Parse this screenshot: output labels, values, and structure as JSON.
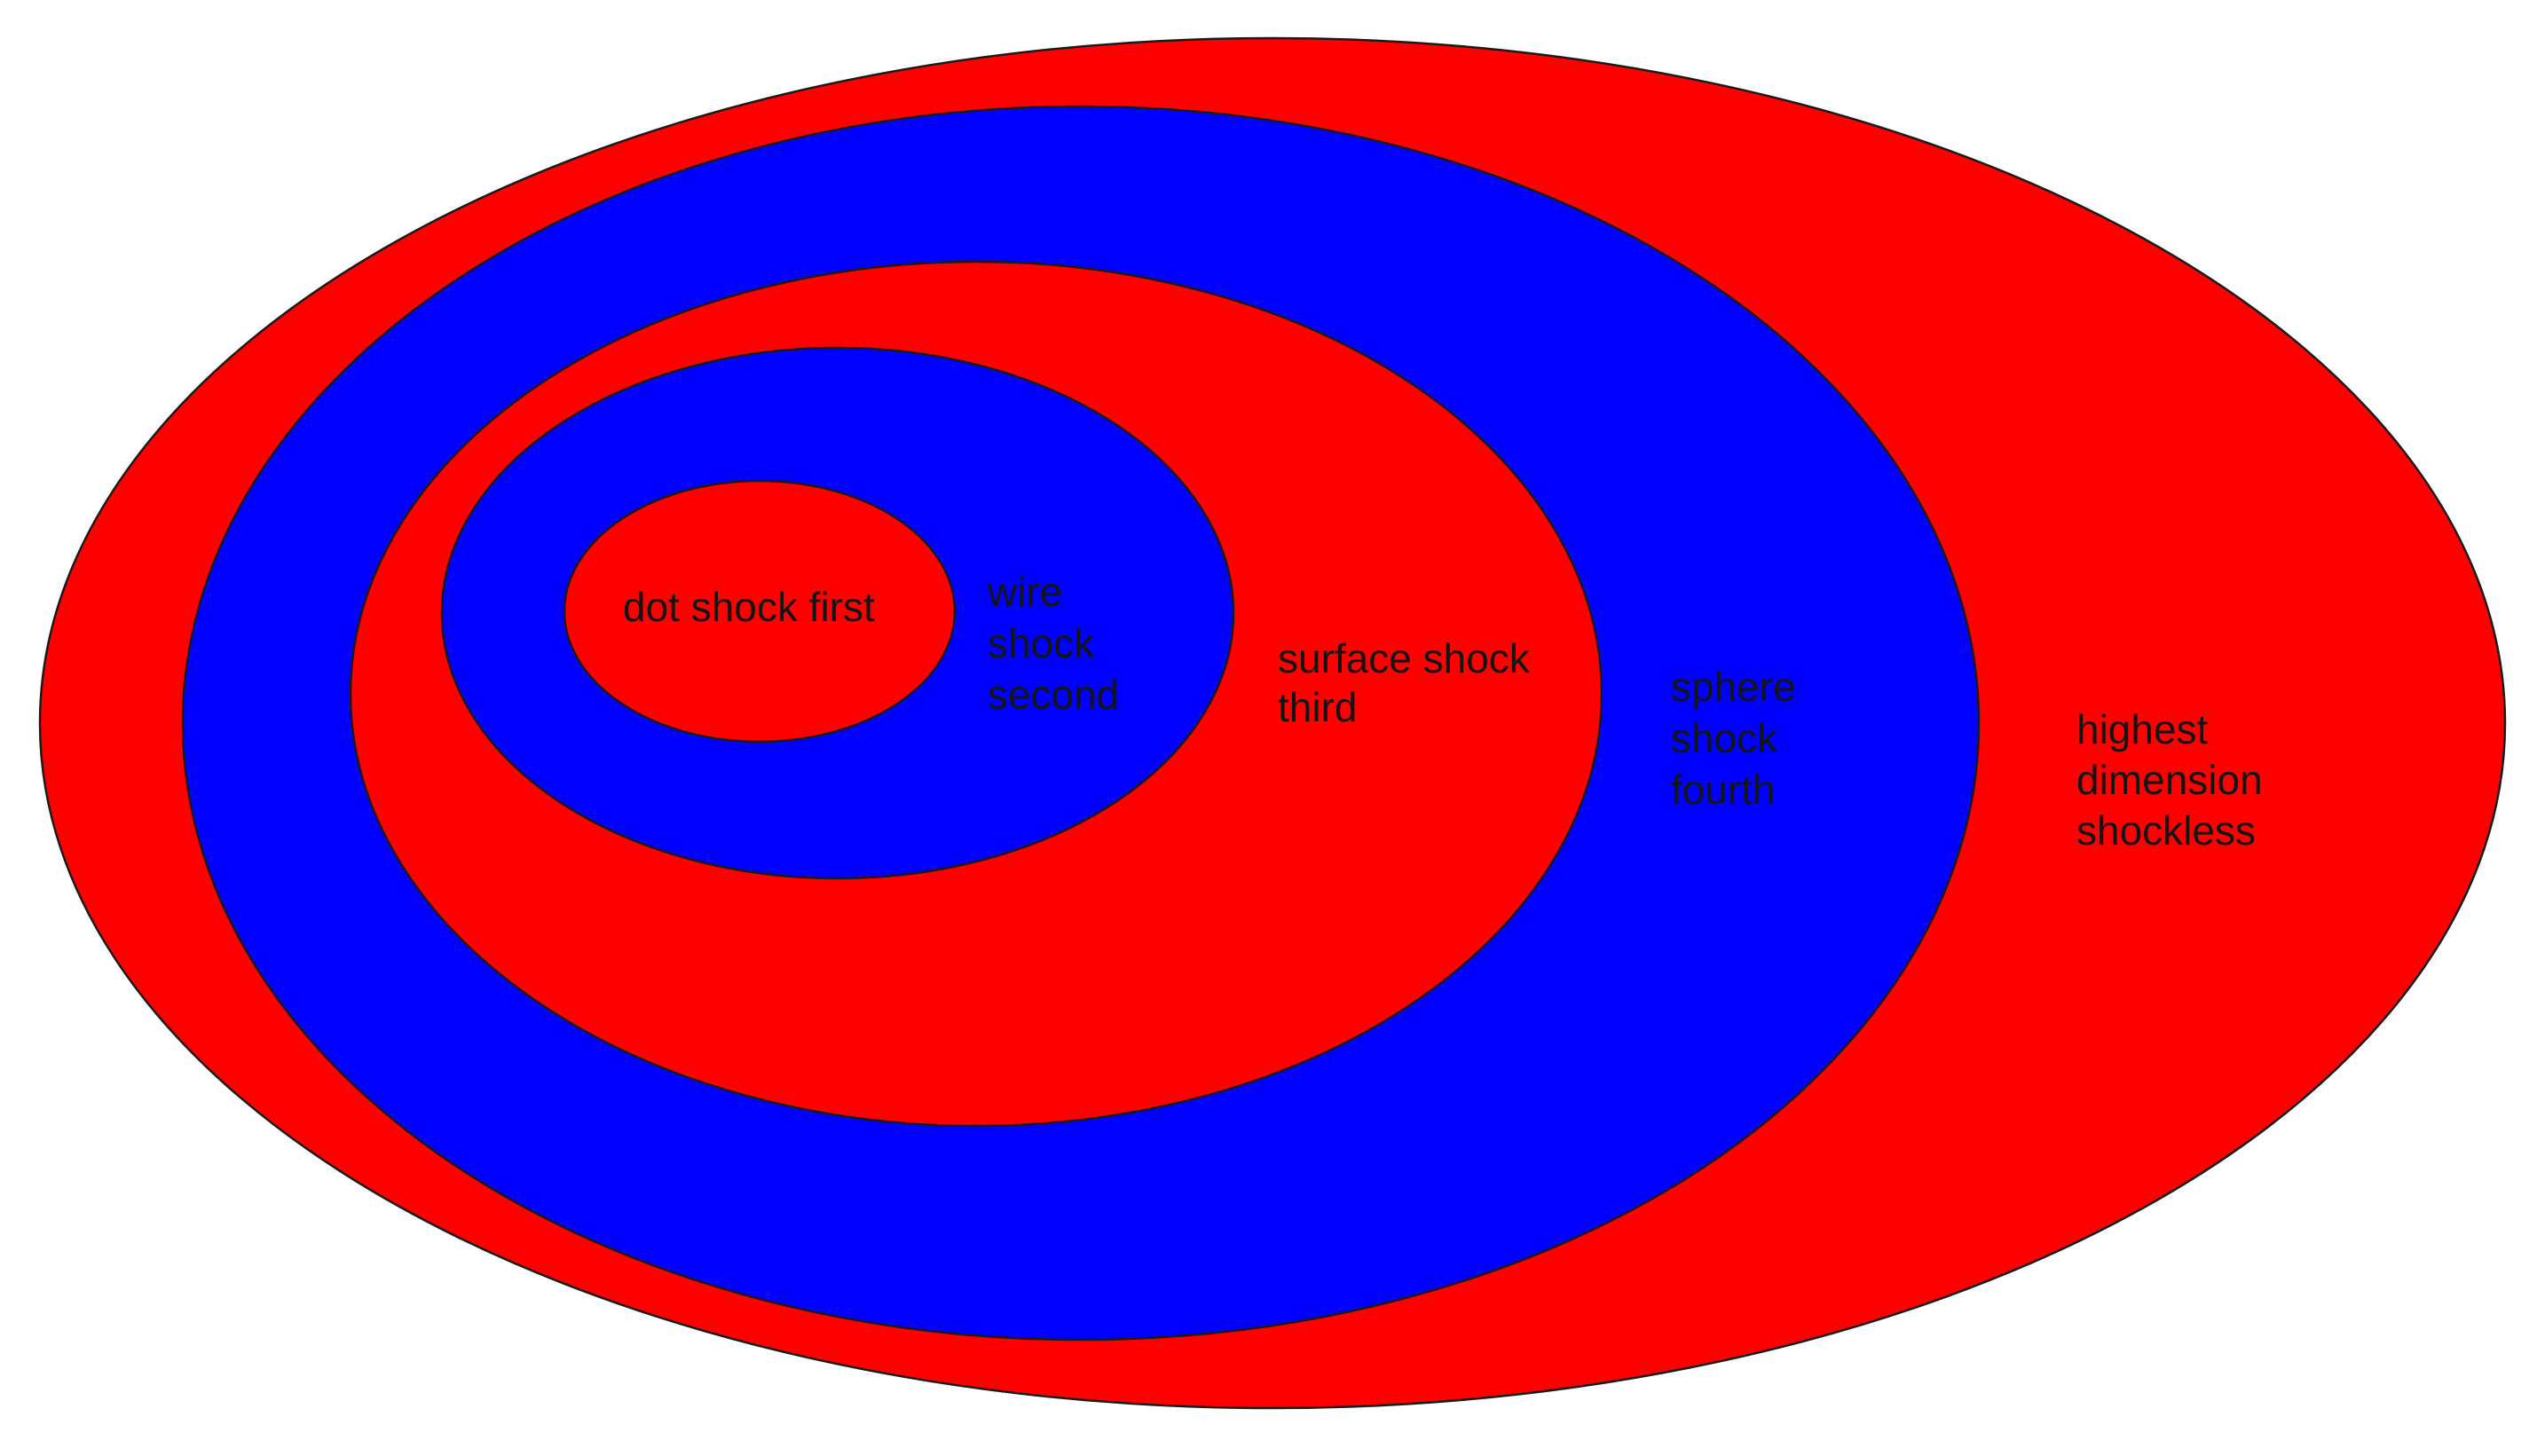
{
  "colors": {
    "red": "#ff0000",
    "blue": "#0000ff",
    "outline": "#1a1a1a",
    "text": "#141414"
  },
  "regions": [
    {
      "id": "outer",
      "fill": "red",
      "label_lines": [
        "highest",
        "dimension",
        "shockless"
      ]
    },
    {
      "id": "fourth",
      "fill": "blue",
      "label_lines": [
        "sphere",
        "shock",
        "fourth"
      ]
    },
    {
      "id": "third",
      "fill": "red",
      "label_lines": [
        "surface shock",
        "third"
      ]
    },
    {
      "id": "second",
      "fill": "blue",
      "label_lines": [
        "wire",
        "shock",
        "second"
      ]
    },
    {
      "id": "first",
      "fill": "red",
      "label_lines": [
        "dot shock first"
      ]
    }
  ]
}
